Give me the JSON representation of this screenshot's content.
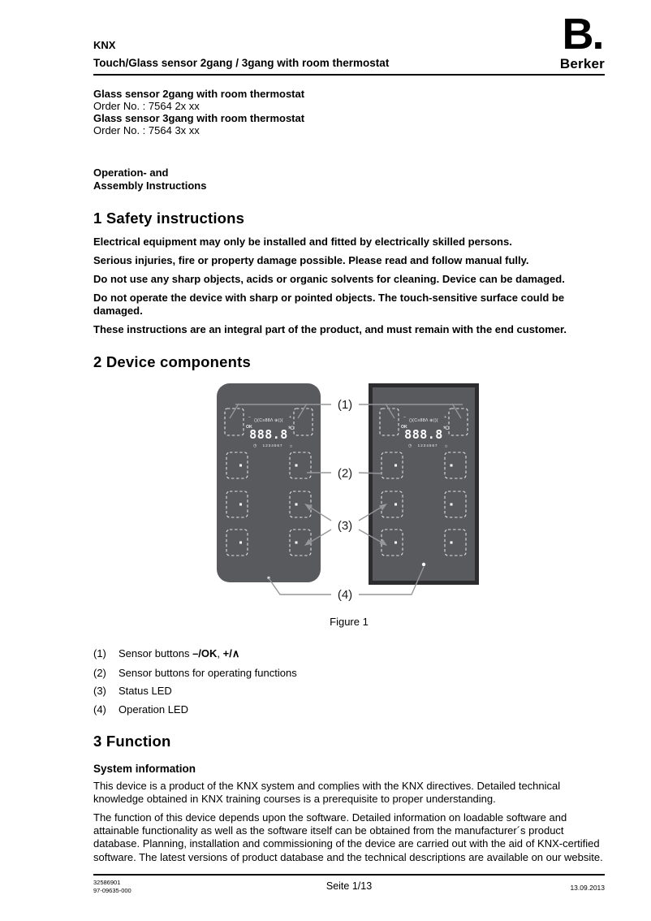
{
  "header": {
    "brand_top": "KNX",
    "doc_title": "Touch/Glass sensor 2gang / 3gang with room thermostat",
    "logo_big": "B.",
    "logo_name": "Berker"
  },
  "products": [
    {
      "name": "Glass sensor 2gang with room thermostat",
      "order": "Order No. : 7564 2x xx"
    },
    {
      "name": "Glass sensor 3gang with room thermostat",
      "order": "Order No. : 7564 3x xx"
    }
  ],
  "doc_type": {
    "line1": "Operation- and",
    "line2": "Assembly Instructions"
  },
  "safety": {
    "heading": "1 Safety instructions",
    "paragraphs": [
      "Electrical equipment may only be installed and fitted by electrically skilled persons.",
      "Serious injuries, fire or property damage possible. Please read and follow manual fully.",
      "Do not use any sharp objects, acids or organic solvents for cleaning. Device can be damaged.",
      "Do not operate the device with sharp or pointed objects. The touch-sensitive surface could be damaged.",
      "These instructions are an integral part of the product, and must remain with the end customer."
    ]
  },
  "components": {
    "heading": "2 Device components",
    "figure_caption": "Figure 1",
    "legend": [
      {
        "num": "(1)",
        "prefix": "Sensor buttons ",
        "bold1": "–/OK",
        "sep": ", ",
        "bold2": "+/∧"
      },
      {
        "num": "(2)",
        "text": "Sensor buttons for operating functions"
      },
      {
        "num": "(3)",
        "text": "Status LED"
      },
      {
        "num": "(4)",
        "text": "Operation LED"
      }
    ]
  },
  "figure": {
    "callout_labels": [
      "(1)",
      "(2)",
      "(3)",
      "(4)"
    ],
    "display": {
      "icons": "()(C≡88Λ ⊕()(",
      "temperature": "888.8",
      "unit": "°C",
      "clock": "◷",
      "days": "1234567",
      "sun": "☼",
      "minus": "–",
      "ok": "OK",
      "plus": "+",
      "up": "∧"
    }
  },
  "function_sec": {
    "heading": "3 Function",
    "sub_heading": "System information",
    "paragraphs": [
      "This device is a product of the KNX system and complies with the KNX directives. Detailed technical knowledge obtained in KNX training courses is a prerequisite to proper understanding.",
      "The function of this device depends upon the software. Detailed information on loadable software and attainable functionality as well as the software itself can be obtained from the manufacturer´s product database. Planning, installation and commissioning of the device are carried out with the aid of KNX-certified software. The latest versions of product database and the technical descriptions are available on our website."
    ]
  },
  "footer": {
    "doc_no_1": "32586901",
    "doc_no_2": "97-09635-000",
    "page": "Seite 1/13",
    "date": "13.09.2013"
  }
}
